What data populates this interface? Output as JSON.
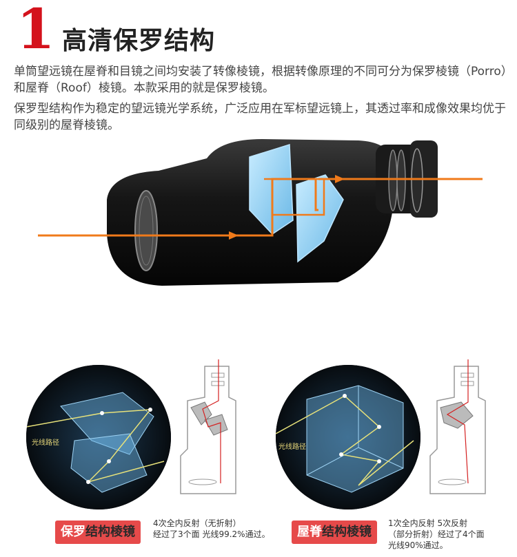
{
  "heading": {
    "number": "1",
    "title": "高清保罗结构"
  },
  "intro": {
    "paragraph1": "单筒望远镜在屋脊和目镜之间均安装了转像棱镜，根据转像原理的不同可分为保罗棱镜（Porro）和屋脊（Roof）棱镜。本款采用的就是保罗棱镜。",
    "paragraph2": "保罗型结构作为稳定的望远镜光学系统，广泛应用在军标望远镜上，其透过率和成像效果均优于同级别的屋脊棱镜。"
  },
  "left_example": {
    "path_label": "光线路径",
    "badge_part1": "保罗",
    "badge_part2": "结构棱镜",
    "desc_line1": "4次全内反射（无折射）",
    "desc_line2": "经过了3个面 光线99.2%通过。"
  },
  "right_example": {
    "path_label": "光线路径",
    "badge_part1": "屋脊",
    "badge_part2": "结构棱镜",
    "desc_line1": "1次全内反射 5次反射",
    "desc_line2": "（部分折射）经过了4个面",
    "desc_line3": "光线90%通过。"
  },
  "colors": {
    "accent_red": "#d4121c",
    "badge_red": "#e64a4a",
    "ray_orange": "#f07a1a",
    "prism_blue": "#7fc8f0"
  }
}
